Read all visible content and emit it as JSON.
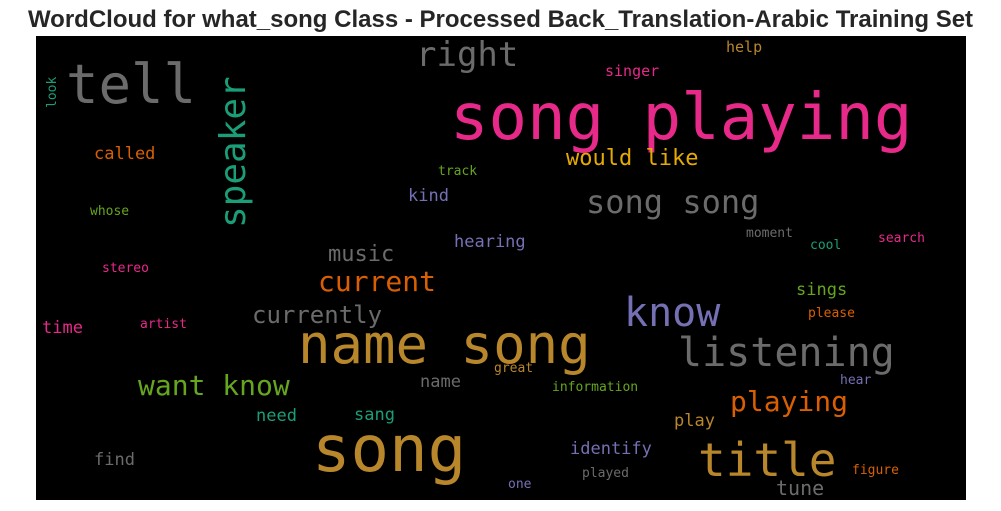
{
  "title": "WordCloud for what_song Class - Processed Back_Translation-Arabic Training Set",
  "palette": {
    "gray": "#6b6b6b",
    "pink": "#e7298a",
    "gold": "#b8862b",
    "green": "#1b9e77",
    "orange": "#d95f02",
    "purple": "#7570b3",
    "lime": "#66a61e",
    "yellow": "#e6ab02",
    "background": "#000000"
  },
  "words": [
    {
      "text": "song playing",
      "color": "pink",
      "size": 64
    },
    {
      "text": "name song",
      "color": "gold",
      "size": 54
    },
    {
      "text": "song",
      "color": "gold",
      "size": 64
    },
    {
      "text": "tell",
      "color": "gray",
      "size": 54
    },
    {
      "text": "speaker",
      "color": "green",
      "size": 36
    },
    {
      "text": "know",
      "color": "purple",
      "size": 40
    },
    {
      "text": "listening",
      "color": "gray",
      "size": 40
    },
    {
      "text": "title",
      "color": "gold",
      "size": 46
    },
    {
      "text": "right",
      "color": "gray",
      "size": 34
    },
    {
      "text": "song song",
      "color": "gray",
      "size": 32
    },
    {
      "text": "want know",
      "color": "lime",
      "size": 28
    },
    {
      "text": "current",
      "color": "orange",
      "size": 28
    },
    {
      "text": "playing",
      "color": "orange",
      "size": 28
    },
    {
      "text": "currently",
      "color": "gray",
      "size": 24
    },
    {
      "text": "would like",
      "color": "yellow",
      "size": 22
    },
    {
      "text": "music",
      "color": "gray",
      "size": 22
    },
    {
      "text": "called",
      "color": "orange",
      "size": 17
    },
    {
      "text": "kind",
      "color": "purple",
      "size": 17
    },
    {
      "text": "hearing",
      "color": "purple",
      "size": 17
    },
    {
      "text": "sings",
      "color": "lime",
      "size": 17
    },
    {
      "text": "identify",
      "color": "purple",
      "size": 17
    },
    {
      "text": "play",
      "color": "gold",
      "size": 17
    },
    {
      "text": "tune",
      "color": "gray",
      "size": 20
    },
    {
      "text": "name",
      "color": "gray",
      "size": 17
    },
    {
      "text": "need",
      "color": "green",
      "size": 17
    },
    {
      "text": "sang",
      "color": "green",
      "size": 17
    },
    {
      "text": "time",
      "color": "pink",
      "size": 17
    },
    {
      "text": "find",
      "color": "gray",
      "size": 17
    },
    {
      "text": "help",
      "color": "gold",
      "size": 15
    },
    {
      "text": "singer",
      "color": "pink",
      "size": 15
    },
    {
      "text": "track",
      "color": "lime",
      "size": 13
    },
    {
      "text": "whose",
      "color": "lime",
      "size": 13
    },
    {
      "text": "stereo",
      "color": "pink",
      "size": 13
    },
    {
      "text": "artist",
      "color": "pink",
      "size": 13
    },
    {
      "text": "moment",
      "color": "gray",
      "size": 13
    },
    {
      "text": "cool",
      "color": "green",
      "size": 13
    },
    {
      "text": "search",
      "color": "pink",
      "size": 13
    },
    {
      "text": "please",
      "color": "orange",
      "size": 13
    },
    {
      "text": "great",
      "color": "gold",
      "size": 13
    },
    {
      "text": "information",
      "color": "lime",
      "size": 13
    },
    {
      "text": "hear",
      "color": "purple",
      "size": 13
    },
    {
      "text": "played",
      "color": "gray",
      "size": 13
    },
    {
      "text": "one",
      "color": "purple",
      "size": 13
    },
    {
      "text": "figure",
      "color": "orange",
      "size": 13
    },
    {
      "text": "look",
      "color": "green",
      "size": 13,
      "vertical": true
    }
  ]
}
